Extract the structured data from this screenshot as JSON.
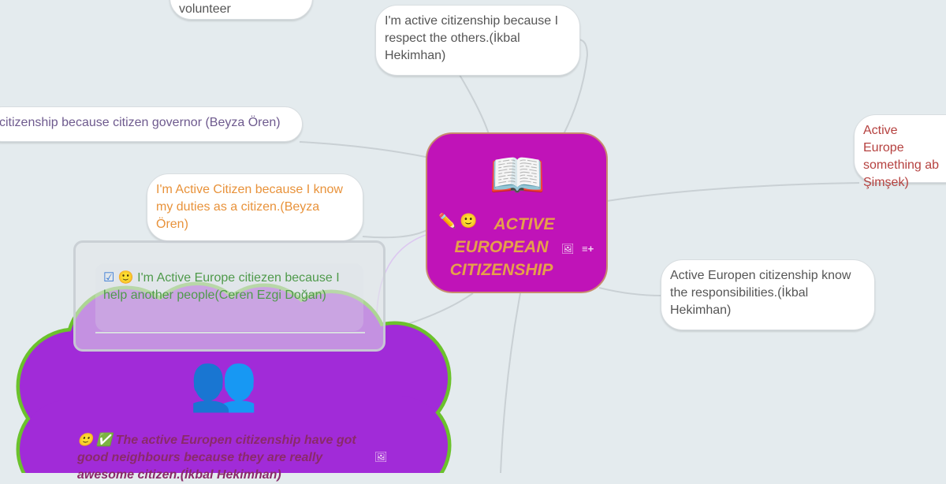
{
  "nodes": {
    "volunteer": "volunteer",
    "respect": "I'm active citizenship because I respect the others.(İkbal Hekimhan)",
    "governor": "citizenship because citizen governor (Beyza Ören)",
    "duties": "I'm Active Citizen because I know my duties as a citizen.(Beyza Ören)",
    "right_cut": "Active Europe something ab Şimşek)",
    "responsibilities": "Active Europen citizenship know the responsibilities.(İkbal Hekimhan)",
    "help": "I'm Active Europe citiezen because I help another people(Ceren Ezgi Doğan)",
    "neighbours": "The active Europen citizenship have got good neighbours  because they are really awesome citizen.(İkbal Hekimhan)"
  },
  "center": {
    "title": "ACTIVE EUROPEAN CITIZENSHIP",
    "emoji": "✏️ 🙂"
  },
  "icons": {
    "book": "📖",
    "people": "👥",
    "smile": "🙂",
    "check": "✅",
    "checkbox": "☑",
    "image": "🖼",
    "notes": "≡+"
  },
  "colors": {
    "background": "#e4ebee",
    "center": "#c013b8",
    "cloud": "#a12bd8",
    "cloud_border": "#6bc22c",
    "title": "#e6a04a"
  }
}
